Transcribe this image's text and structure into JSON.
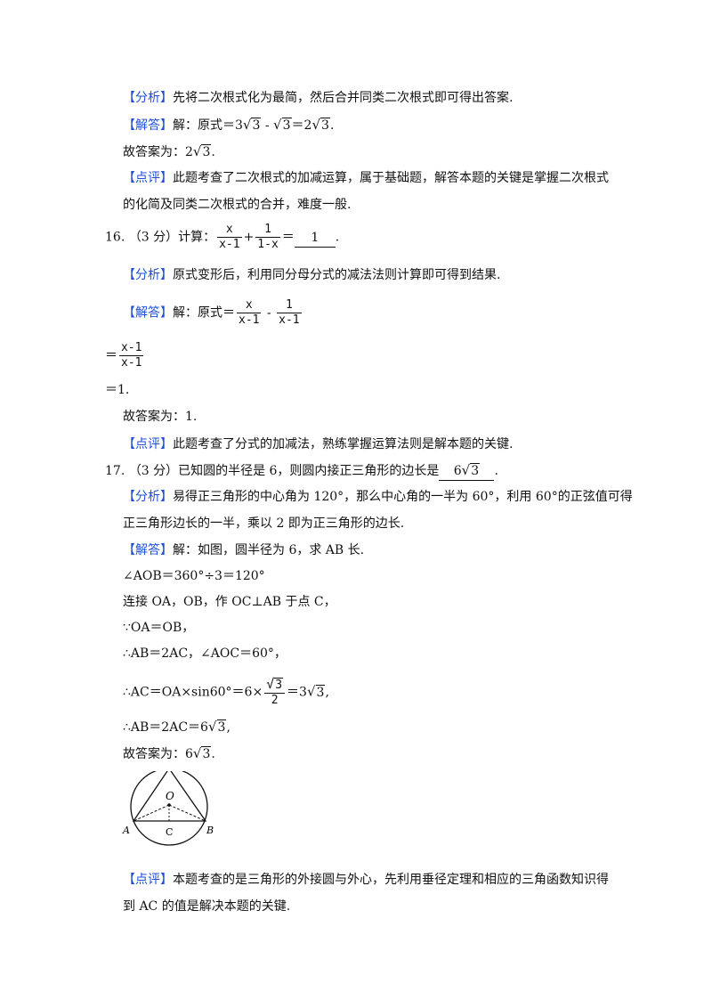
{
  "p15": {
    "analysis_tag": "【分析】",
    "analysis": "先将二次根式化为最简，然后合并同类二次根式即可得出答案.",
    "answer_tag": "【解答】",
    "answer_lead": "解：原式＝3",
    "answer_mid1": " - ",
    "answer_mid2": "＝2",
    "answer_end": ".",
    "final_lead": "故答案为：2",
    "final_end": ".",
    "radicand": "3",
    "comment_tag": "【点评】",
    "comment_1": "此题考查了二次根式的加减运算，属于基础题，解答本题的关键是掌握二次根式",
    "comment_2": "的化简及同类二次根式的合并，难度一般."
  },
  "p16": {
    "num": "16.",
    "score": "（3 分）计算：",
    "f1_num": "x",
    "f1_den": "x-1",
    "plus": "+",
    "f2_num": "1",
    "f2_den": "1-x",
    "eq": "＝",
    "blank": "1",
    "end": ".",
    "analysis_tag": "【分析】",
    "analysis": "原式变形后，利用同分母分式的减法法则计算即可得到结果.",
    "answer_tag": "【解答】",
    "answer_lead": "解：原式＝",
    "a_f1_num": "x",
    "a_f1_den": "x-1",
    "minus": " - ",
    "a_f2_num": "1",
    "a_f2_den": "x-1",
    "step2_eq": "＝",
    "s2_num": "x-1",
    "s2_den": "x-1",
    "step3": "＝1.",
    "final": "故答案为：1.",
    "comment_tag": "【点评】",
    "comment": "此题考查了分式的加减法，熟练掌握运算法则是解本题的关键."
  },
  "p17": {
    "num": "17.",
    "question": "（3 分）已知圆的半径是 6，则圆内接正三角形的边长是",
    "blank_lead": "6",
    "blank_rad": "3",
    "end": ".",
    "analysis_tag": "【分析】",
    "analysis_1": "易得正三角形的中心角为 120°，那么中心角的一半为 60°，利用 60°的正弦值可得",
    "analysis_2": "正三角形边长的一半，乘以 2 即为正三角形的边长.",
    "answer_tag": "【解答】",
    "answer_1": "解：如图，圆半径为 6，求 AB 长.",
    "step1": "∠AOB＝360°÷3＝120°",
    "step2": "连接 OA，OB，作 OC⊥AB 于点 C，",
    "step3": "∵OA＝OB，",
    "step4": "∴AB＝2AC，∠AOC＝60°，",
    "step5_lead": "∴AC＝OA×sin60°＝6×",
    "step5_num": "3",
    "step5_den": "2",
    "step5_eq": "＝3",
    "step5_rad": "3",
    "step5_end": ",",
    "step6_lead": "∴AB＝2AC＝6",
    "step6_rad": "3",
    "step6_end": ",",
    "final_lead": "故答案为：6",
    "final_rad": "3",
    "final_end": ".",
    "fig_O": "O",
    "fig_A": "A",
    "fig_B": "B",
    "fig_C": "C",
    "comment_tag": "【点评】",
    "comment_1": "本题考查的是三角形的外接圆与外心，先利用垂径定理和相应的三角函数知识得",
    "comment_2": "到 AC 的值是解决本题的关键."
  }
}
